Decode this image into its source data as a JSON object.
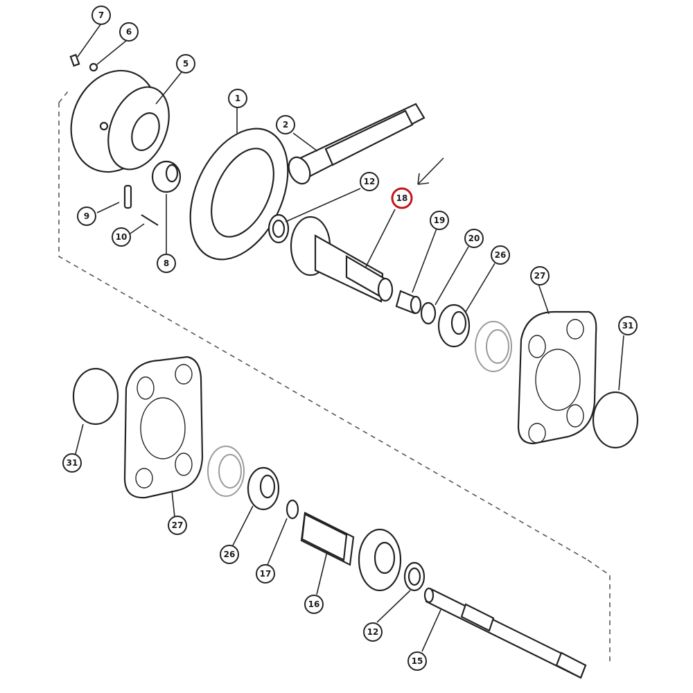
{
  "diagram": {
    "callouts": [
      {
        "id": "c7",
        "label": "7"
      },
      {
        "id": "c6",
        "label": "6"
      },
      {
        "id": "c5",
        "label": "5"
      },
      {
        "id": "c1",
        "label": "1"
      },
      {
        "id": "c2",
        "label": "2"
      },
      {
        "id": "c12a",
        "label": "12"
      },
      {
        "id": "c18",
        "label": "18"
      },
      {
        "id": "c19",
        "label": "19"
      },
      {
        "id": "c20",
        "label": "20"
      },
      {
        "id": "c26a",
        "label": "26"
      },
      {
        "id": "c27a",
        "label": "27"
      },
      {
        "id": "c31a",
        "label": "31"
      },
      {
        "id": "c9",
        "label": "9"
      },
      {
        "id": "c10",
        "label": "10"
      },
      {
        "id": "c8",
        "label": "8"
      },
      {
        "id": "c31b",
        "label": "31"
      },
      {
        "id": "c27b",
        "label": "27"
      },
      {
        "id": "c26b",
        "label": "26"
      },
      {
        "id": "c17",
        "label": "17"
      },
      {
        "id": "c16",
        "label": "16"
      },
      {
        "id": "c12b",
        "label": "12"
      },
      {
        "id": "c15",
        "label": "15"
      }
    ],
    "highlighted_callout": "18",
    "highlight_color": "#c0161a"
  }
}
